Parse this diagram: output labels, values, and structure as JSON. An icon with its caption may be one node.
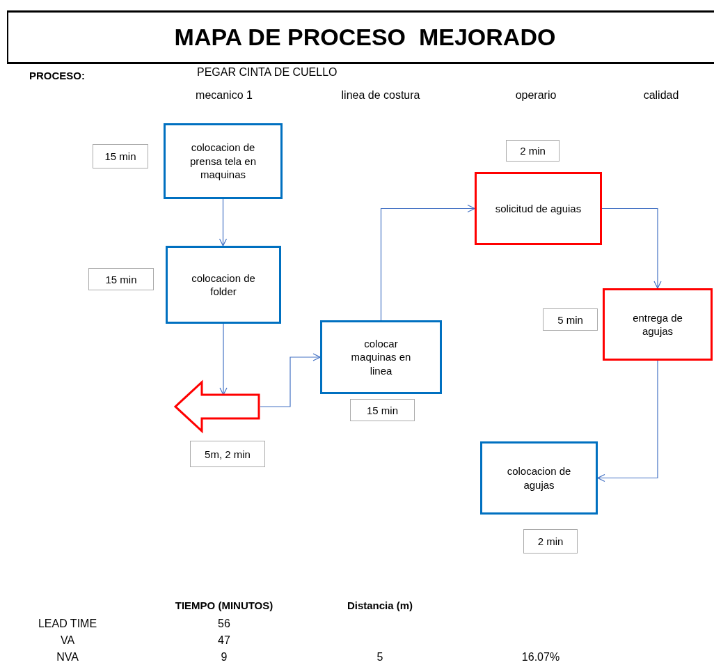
{
  "diagram": {
    "title": "MAPA DE PROCESO  MEJORADO",
    "nodes": [
      {
        "text": [
          "colocacion de prensa tela en maquinas"
        ],
        "beside": [
          "15 min"
        ]
      },
      {
        "text": [
          "colocacion de folder"
        ],
        "beside": [
          "15 min"
        ]
      },
      {
        "text": [],
        "shape": "arrow",
        "beside": [
          "5m, 2 min"
        ]
      },
      {
        "text": [
          "colocar maquinas en linea"
        ],
        "beside": [
          "15 min"
        ]
      },
      {
        "text": [
          "solicitud de aguias"
        ],
        "beside": [
          "2 min"
        ]
      },
      {
        "text": [
          "entrega de agujas"
        ],
        "beside": [
          "5 min"
        ]
      },
      {
        "text": [
          "colocacion de agujas"
        ],
        "beside": [
          "2 min"
        ]
      }
    ],
    "edges": [
      {
        "from": 0,
        "to": 1,
        "arrow": "to"
      },
      {
        "from": 1,
        "to": 2,
        "arrow": "to"
      },
      {
        "from": 2,
        "to": 3,
        "arrow": "to"
      },
      {
        "from": 3,
        "to": 4,
        "arrow": "to"
      },
      {
        "from": 4,
        "to": 5,
        "arrow": "to"
      },
      {
        "from": 5,
        "to": 6,
        "arrow": "to"
      }
    ],
    "labels": [
      "PROCESO:",
      "PEGAR CINTA DE CUELLO",
      "mecanico 1",
      "linea de costura",
      "operario",
      "calidad",
      "TIEMPO (MINUTOS)",
      "Distancia (m)",
      "LEAD TIME",
      "56",
      "VA",
      "47",
      "NVA",
      "9",
      "5",
      "16.07%"
    ]
  }
}
